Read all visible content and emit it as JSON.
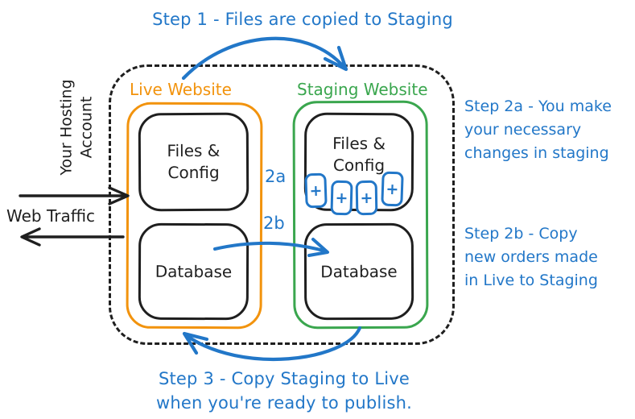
{
  "diagram": {
    "step1_label": "Step 1 - Files are copied to Staging",
    "step2a_lines": [
      "Step 2a - You make",
      "your necessary",
      "changes in staging"
    ],
    "step2b_lines": [
      "Step 2b - Copy",
      "new orders made",
      "in Live to Staging"
    ],
    "step3_lines": [
      "Step 3 - Copy Staging to Live",
      "when you're ready to publish."
    ],
    "arrow_label_2a": "2a",
    "arrow_label_2b": "2b",
    "hosting_account_lines": [
      "Your Hosting",
      "Account"
    ],
    "web_traffic_label": "Web Traffic",
    "live_website": {
      "title": "Live Website",
      "files_config_lines": [
        "Files &",
        "Config"
      ],
      "database_label": "Database"
    },
    "staging_website": {
      "title": "Staging Website",
      "files_config_lines": [
        "Files &",
        "Config"
      ],
      "database_label": "Database",
      "plus_badges": [
        "+",
        "+",
        "+",
        "+"
      ]
    },
    "colors": {
      "annotation_blue": "#2277c8",
      "live_orange": "#f2930d",
      "staging_green": "#3aa64e",
      "ink_black": "#1f1f1f"
    }
  }
}
